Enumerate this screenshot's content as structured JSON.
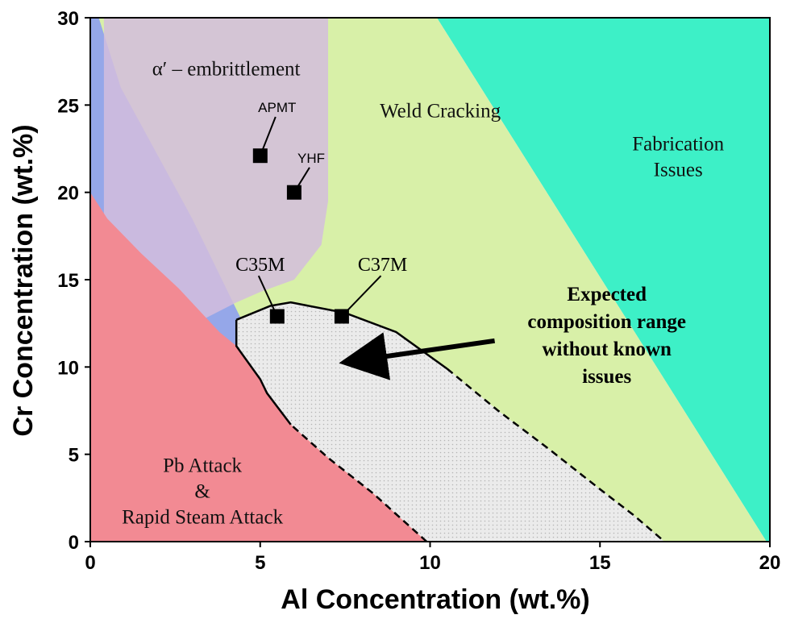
{
  "chart_data": {
    "type": "region-map",
    "xlabel": "Al Concentration (wt.%)",
    "ylabel": "Cr Concentration (wt.%)",
    "xlim": [
      0,
      20
    ],
    "ylim": [
      0,
      30
    ],
    "xticks": [
      "0",
      "5",
      "10",
      "15",
      "20"
    ],
    "yticks": [
      "0",
      "5",
      "10",
      "15",
      "20",
      "25",
      "30"
    ],
    "regions": [
      {
        "id": "fabrication",
        "label_lines": [
          "Fabrication",
          "Issues"
        ],
        "color": "#3df0c7",
        "label_at": [
          17.3,
          22.4
        ],
        "polygon": [
          [
            10.2,
            30
          ],
          [
            20,
            30
          ],
          [
            20,
            0
          ],
          [
            19.9,
            0
          ]
        ]
      },
      {
        "id": "weld",
        "label_lines": [
          "Weld Cracking"
        ],
        "color": "#d8f0a8",
        "label_at": [
          10.3,
          24.3
        ],
        "polygon": [
          [
            0,
            30
          ],
          [
            10.2,
            30
          ],
          [
            19.9,
            0
          ],
          [
            0,
            0
          ]
        ]
      },
      {
        "id": "blue",
        "label_lines": [],
        "color": "#8e9ef0",
        "polygon": [
          [
            0,
            30
          ],
          [
            0.25,
            30
          ],
          [
            0.9,
            26
          ],
          [
            3.0,
            18.5
          ],
          [
            5.0,
            10.5
          ],
          [
            4.0,
            10.5
          ],
          [
            0,
            14
          ]
        ]
      },
      {
        "id": "alpha",
        "label_lines": [
          "α′ – embrittlement"
        ],
        "color": "#d3bddd",
        "label_at": [
          4.0,
          26.7
        ],
        "polygon": [
          [
            0.4,
            30
          ],
          [
            7.0,
            30
          ],
          [
            7.0,
            19.5
          ],
          [
            6.8,
            17
          ],
          [
            6.0,
            15.0
          ],
          [
            5.0,
            14.3
          ],
          [
            4.3,
            13.7
          ],
          [
            3.3,
            12.7
          ],
          [
            2.0,
            11.4
          ],
          [
            0.9,
            10.6
          ],
          [
            0.4,
            10.8
          ]
        ]
      },
      {
        "id": "pb",
        "label_lines": [
          "Pb Attack",
          "&",
          "Rapid Steam Attack"
        ],
        "color": "#f28a93",
        "label_at": [
          3.3,
          4.0
        ],
        "polygon": [
          [
            0,
            20
          ],
          [
            0.5,
            18.5
          ],
          [
            1.5,
            16.5
          ],
          [
            2.6,
            14.5
          ],
          [
            3.8,
            12.0
          ],
          [
            4.3,
            11.2
          ],
          [
            5.0,
            9.3
          ],
          [
            5.2,
            8.5
          ],
          [
            5.9,
            6.7
          ],
          [
            7.0,
            4.8
          ],
          [
            8.3,
            2.8
          ],
          [
            9.9,
            0
          ],
          [
            0,
            0
          ]
        ]
      },
      {
        "id": "expected",
        "label_lines": [],
        "color": "#e9e9e9",
        "polygon": [
          [
            4.3,
            12.7
          ],
          [
            5.3,
            13.5
          ],
          [
            5.9,
            13.7
          ],
          [
            7.5,
            13.1
          ],
          [
            9.0,
            12.0
          ],
          [
            10.5,
            9.9
          ],
          [
            12.0,
            7.5
          ],
          [
            13.5,
            5.3
          ],
          [
            15.0,
            3.0
          ],
          [
            16.0,
            1.5
          ],
          [
            16.9,
            0
          ],
          [
            9.9,
            0
          ],
          [
            8.3,
            2.8
          ],
          [
            7.0,
            4.8
          ],
          [
            5.9,
            6.7
          ],
          [
            5.2,
            8.5
          ],
          [
            5.0,
            9.3
          ],
          [
            4.3,
            11.2
          ]
        ]
      }
    ],
    "alloys": [
      {
        "name": "APMT",
        "x": 5.0,
        "y": 22.1,
        "style": "sans",
        "label_at": [
          5.5,
          24.6
        ]
      },
      {
        "name": "YHF",
        "x": 6.0,
        "y": 20.0,
        "style": "sans",
        "label_at": [
          6.5,
          21.7
        ]
      },
      {
        "name": "C35M",
        "x": 5.5,
        "y": 12.9,
        "style": "serif",
        "label_at": [
          5.0,
          15.5
        ]
      },
      {
        "name": "C37M",
        "x": 7.4,
        "y": 12.9,
        "style": "serif",
        "label_at": [
          8.6,
          15.5
        ]
      }
    ],
    "annotation": {
      "lines": [
        "Expected",
        "composition range",
        "without known",
        "issues"
      ],
      "label_at": [
        15.2,
        13.8
      ],
      "arrow_from": [
        11.9,
        11.5
      ],
      "arrow_to": [
        7.6,
        10.3
      ]
    }
  }
}
